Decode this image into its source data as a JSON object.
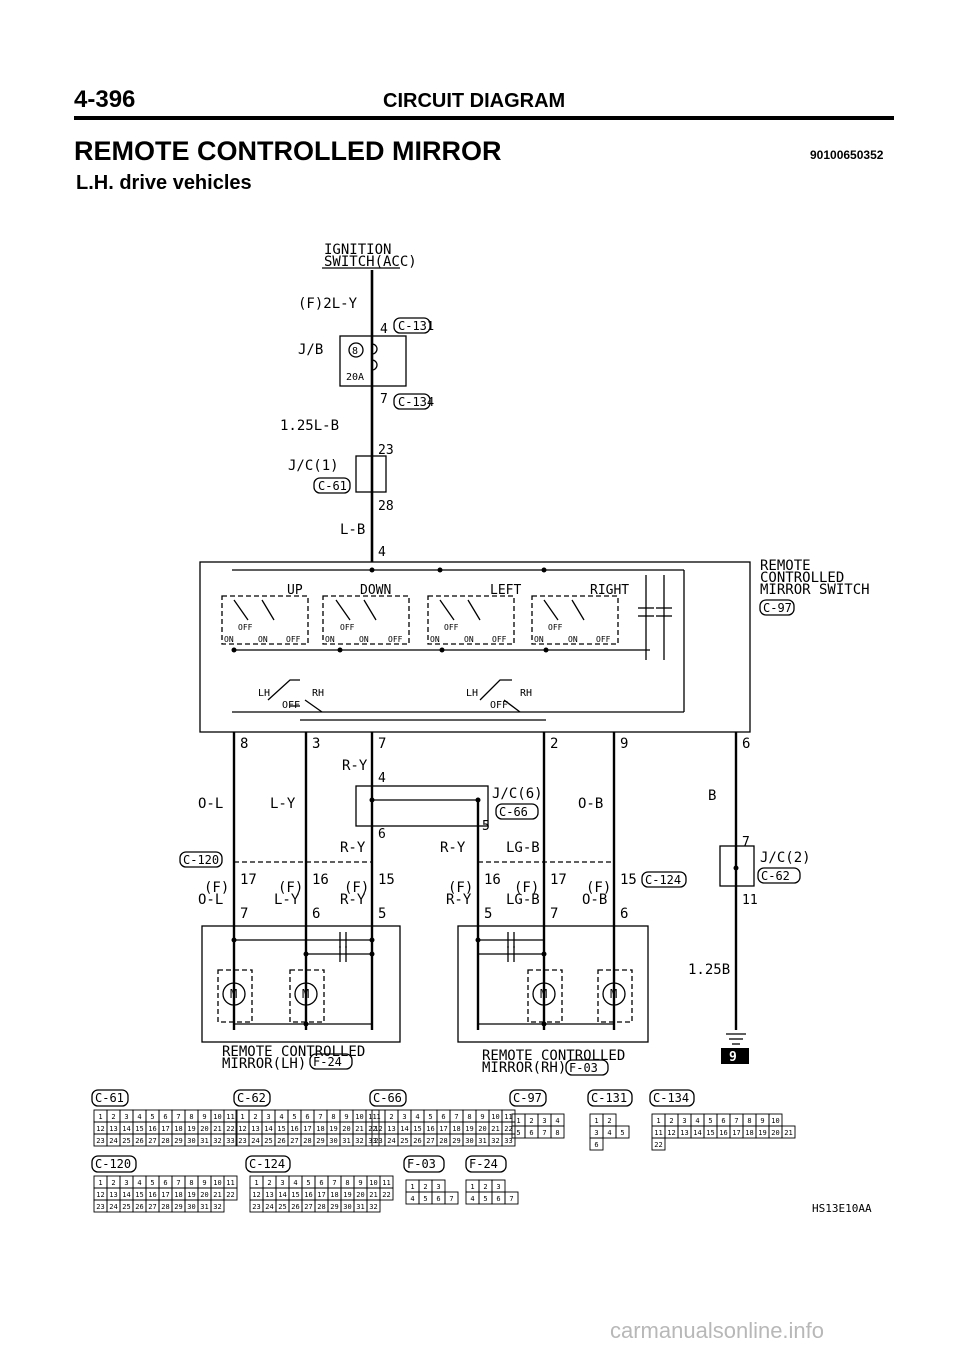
{
  "header": {
    "page_number": "4-396",
    "section": "CIRCUIT DIAGRAM"
  },
  "title": "REMOTE CONTROLLED MIRROR",
  "subtitle": "L.H. drive vehicles",
  "doc_code": "90100650352",
  "figure_code": "HS13E10AA",
  "watermark": "carmanualsonline.info",
  "power": {
    "switch_label_1": "IGNITION",
    "switch_label_2": "SWITCH(ACC)",
    "wire_1": "(F)2L-Y",
    "jb_label": "J/B",
    "fuse_num": "8",
    "fuse_amp": "20A",
    "wire_2": "1.25L-B",
    "jc1_label": "J/C(1)",
    "wire_3": "L-B"
  },
  "pins": {
    "c131_4": "4",
    "c134_7": "7",
    "jc1_23": "23",
    "jc1_28": "28",
    "sw_4": "4",
    "sw_8": "8",
    "sw_3": "3",
    "sw_7": "7",
    "sw_2": "2",
    "sw_9": "9",
    "sw_6": "6",
    "jc6_4": "4",
    "jc6_6": "6",
    "jc6_5": "5",
    "c120_17": "17",
    "c120_16": "16",
    "c120_15": "15",
    "c124_16": "16",
    "c124_17": "17",
    "c124_15": "15",
    "jc2_7": "7",
    "jc2_11": "11",
    "lh_7": "7",
    "lh_6": "6",
    "lh_5": "5",
    "rh_5": "5",
    "rh_7": "7",
    "rh_6": "6"
  },
  "switch": {
    "label_1": "REMOTE",
    "label_2": "CONTROLLED",
    "label_3": "MIRROR SWITCH",
    "up": "UP",
    "down": "DOWN",
    "left": "LEFT",
    "right": "RIGHT",
    "off": "OFF",
    "on": "ON",
    "lh": "LH",
    "rh": "RH"
  },
  "wires": {
    "o_l": "O-L",
    "l_y": "L-Y",
    "r_y": "R-Y",
    "lg_b": "LG-B",
    "o_b": "O-B",
    "b": "B",
    "b_125": "1.25B",
    "f_o_l_1": "(F)",
    "f_o_l_2": "O-L",
    "f_l_y_1": "(F)",
    "f_l_y_2": "L-Y",
    "f_r_y_1": "(F)",
    "f_r_y_2": "R-Y",
    "f_lg_b_1": "(F)",
    "f_lg_b_2": "LG-B",
    "f_o_b_1": "(F)",
    "f_o_b_2": "O-B"
  },
  "junctions": {
    "jc6_label": "J/C(6)",
    "jc2_label": "J/C(2)"
  },
  "connectors": {
    "c61": "C-61",
    "c62": "C-62",
    "c66": "C-66",
    "c97": "C-97",
    "c131": "C-131",
    "c134": "C-134",
    "c120": "C-120",
    "c124": "C-124",
    "f03": "F-03",
    "f24": "F-24"
  },
  "mirrors": {
    "lh_1": "REMOTE CONTROLLED",
    "lh_2": "MIRROR(LH)",
    "rh_1": "REMOTE CONTROLLED",
    "rh_2": "MIRROR(RH)",
    "motor": "M"
  },
  "ground": {
    "number": "9"
  },
  "connector_grids": {
    "c61": [
      "1",
      "2",
      "3",
      "4",
      "5",
      "6",
      "7",
      "8",
      "9",
      "10",
      "11",
      "12",
      "13",
      "14",
      "15",
      "16",
      "17",
      "18",
      "19",
      "20",
      "21",
      "22",
      "23",
      "24",
      "25",
      "26",
      "27",
      "28",
      "29",
      "30",
      "31",
      "32",
      "33"
    ],
    "c62": [
      "1",
      "2",
      "3",
      "4",
      "5",
      "6",
      "7",
      "8",
      "9",
      "10",
      "11",
      "12",
      "13",
      "14",
      "15",
      "16",
      "17",
      "18",
      "19",
      "20",
      "21",
      "22",
      "23",
      "24",
      "25",
      "26",
      "27",
      "28",
      "29",
      "30",
      "31",
      "32",
      "33"
    ],
    "c66": [
      "1",
      "2",
      "3",
      "4",
      "5",
      "6",
      "7",
      "8",
      "9",
      "10",
      "11",
      "12",
      "13",
      "14",
      "15",
      "16",
      "17",
      "18",
      "19",
      "20",
      "21",
      "22",
      "23",
      "24",
      "25",
      "26",
      "27",
      "28",
      "29",
      "30",
      "31",
      "32",
      "33"
    ],
    "c97": [
      "1",
      "2",
      "3",
      "4",
      "5",
      "6",
      "7",
      "8"
    ],
    "c131": [
      "1",
      "2",
      "3",
      "4",
      "5",
      "6"
    ],
    "c134": [
      "1",
      "2",
      "3",
      "4",
      "5",
      "6",
      "7",
      "8",
      "9",
      "10",
      "11",
      "12",
      "13",
      "14",
      "15",
      "16",
      "17",
      "18",
      "19",
      "20",
      "21",
      "22"
    ],
    "c120": [
      "1",
      "2",
      "3",
      "4",
      "5",
      "6",
      "7",
      "8",
      "9",
      "10",
      "11",
      "12",
      "13",
      "14",
      "15",
      "16",
      "17",
      "18",
      "19",
      "20",
      "21",
      "22",
      "23",
      "24",
      "25",
      "26",
      "27",
      "28",
      "29",
      "30",
      "31",
      "32"
    ],
    "c124": [
      "1",
      "2",
      "3",
      "4",
      "5",
      "6",
      "7",
      "8",
      "9",
      "10",
      "11",
      "12",
      "13",
      "14",
      "15",
      "16",
      "17",
      "18",
      "19",
      "20",
      "21",
      "22",
      "23",
      "24",
      "25",
      "26",
      "27",
      "28",
      "29",
      "30",
      "31",
      "32"
    ],
    "f03": [
      "1",
      "2",
      "3",
      "4",
      "5",
      "6",
      "7"
    ],
    "f24": [
      "1",
      "2",
      "3",
      "4",
      "5",
      "6",
      "7"
    ]
  }
}
